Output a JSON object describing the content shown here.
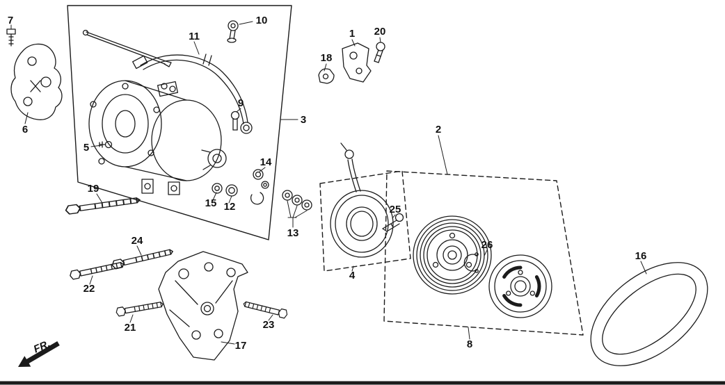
{
  "diagram": {
    "direction_label": "FR.",
    "ink_color": "#1b1b1b",
    "background_color": "#ffffff"
  },
  "callouts": {
    "c1": "1",
    "c2": "2",
    "c3": "3",
    "c4": "4",
    "c5": "5",
    "c6": "6",
    "c7": "7",
    "c8": "8",
    "c9": "9",
    "c10": "10",
    "c11": "11",
    "c12": "12",
    "c13": "13",
    "c14": "14",
    "c15": "15",
    "c16": "16",
    "c17": "17",
    "c18": "18",
    "c19": "19",
    "c20": "20",
    "c21": "21",
    "c22": "22",
    "c23": "23",
    "c24": "24",
    "c25": "25",
    "c26": "26"
  }
}
